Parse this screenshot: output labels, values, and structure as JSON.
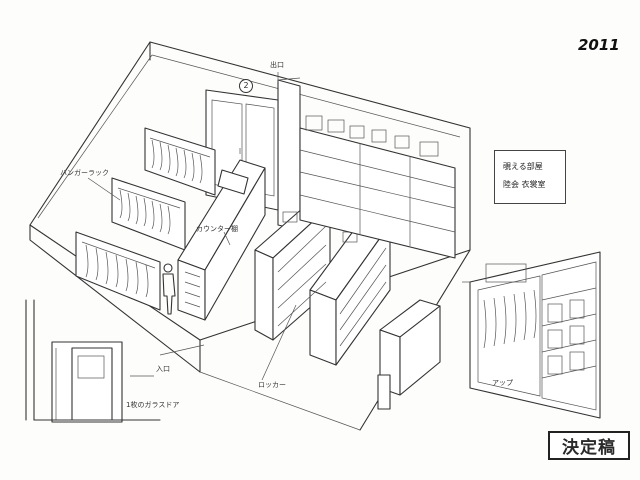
{
  "sheet": {
    "year": "2011",
    "status_stamp": "決定稿",
    "room_number": "2",
    "note_box": {
      "line1": "覗える部屋",
      "line2": "陸会 衣裳室"
    }
  },
  "labels": {
    "exit": "出口",
    "entrance": "入口",
    "locker": "ロッカー",
    "hangers_left": "ハンガーラック",
    "counter": "カウンター棚",
    "door_note": "1枚のガラスドア",
    "closeup_note": "アップ"
  }
}
